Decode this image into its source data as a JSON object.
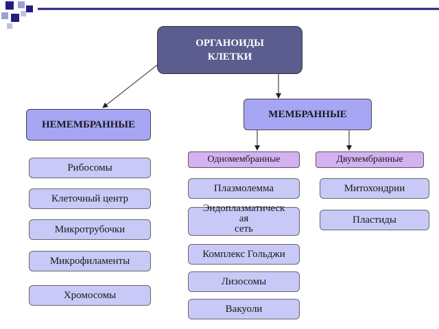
{
  "colors": {
    "root_fill": "#5c5d8f",
    "category_fill": "#a6a6f5",
    "subcategory_fill": "#d4b2f2",
    "item_fill": "#c8c9f7",
    "deco_dark": "#1f1f80",
    "deco_light": "#9f9fd0"
  },
  "root": {
    "line1": "ОРГАНОИДЫ",
    "line2": "КЛЕТКИ"
  },
  "nonmembrane": {
    "title": "НЕМЕМБРАННЫЕ",
    "items": [
      "Рибосомы",
      "Клеточный центр",
      "Микротрубочки",
      "Микрофиламенты",
      "Хромосомы"
    ]
  },
  "membrane": {
    "title": "МЕМБРАННЫЕ",
    "single": {
      "title": "Одномембранные",
      "items": [
        "Плазмолемма",
        "Эндоплазматическая сеть",
        "Комплекс Гольджи",
        "Лизосомы",
        "Вакуоли"
      ],
      "er_lines": [
        "Эндоплазматическ",
        "ая",
        "сеть"
      ]
    },
    "double": {
      "title": "Двумембранные",
      "items": [
        "Митохондрии",
        "Пластиды"
      ]
    }
  }
}
